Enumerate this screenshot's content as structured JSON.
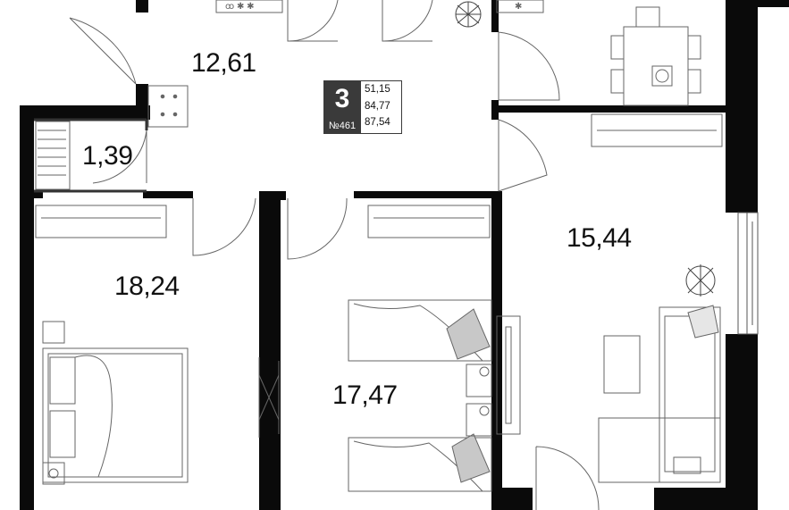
{
  "apartment": {
    "rooms_count": "3",
    "number": "№461",
    "areas": [
      "51,15",
      "84,77",
      "87,54"
    ]
  },
  "rooms": {
    "hall": "12,61",
    "closet": "1,39",
    "bedroom_left": "18,24",
    "bedroom_middle": "17,47",
    "living": "15,44"
  },
  "colors": {
    "wall": "#0a0a0a",
    "line": "#555555",
    "furniture_fill": "#c8c8c8"
  }
}
